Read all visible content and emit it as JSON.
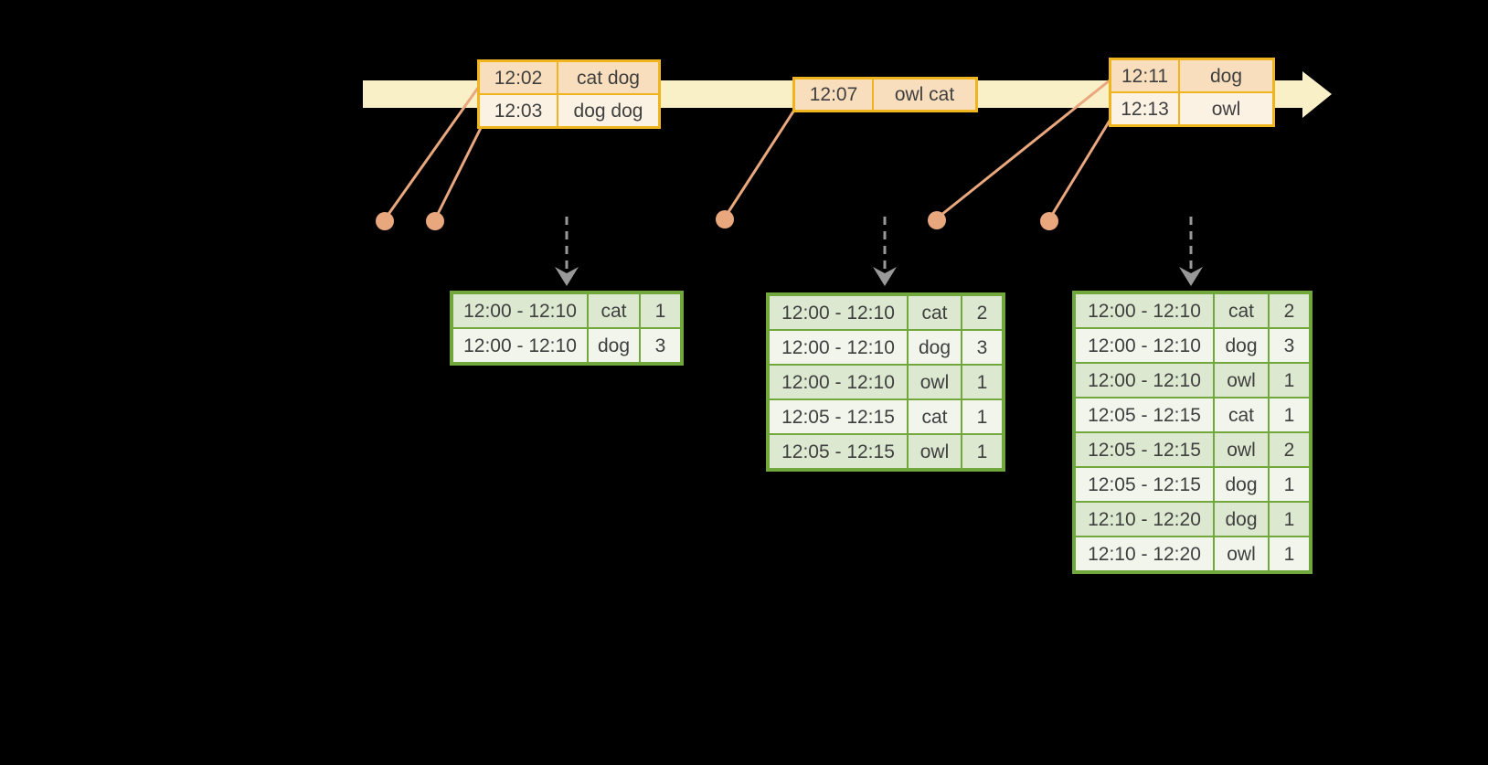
{
  "colors": {
    "background": "#000000",
    "timeline_fill": "#FAF0C8",
    "event_border": "#F0B41E",
    "event_row_fill_a": "#F8DEBC",
    "event_row_fill_b": "#FCF2E3",
    "connector": "#E9A77E",
    "trigger_arrow": "#999999",
    "result_border": "#71A83E",
    "result_row_fill_a": "#DDE8D1",
    "result_row_fill_b": "#F1F5EC",
    "text": "#3F3F3F"
  },
  "event_tables": [
    {
      "rows": [
        {
          "time": "12:02",
          "words": "cat dog"
        },
        {
          "time": "12:03",
          "words": "dog dog"
        }
      ]
    },
    {
      "rows": [
        {
          "time": "12:07",
          "words": "owl cat"
        }
      ]
    },
    {
      "rows": [
        {
          "time": "12:11",
          "words": "dog"
        },
        {
          "time": "12:13",
          "words": "owl"
        }
      ]
    }
  ],
  "result_tables": [
    {
      "rows": [
        {
          "window": "12:00 - 12:10",
          "word": "cat",
          "count": "1"
        },
        {
          "window": "12:00 - 12:10",
          "word": "dog",
          "count": "3"
        }
      ]
    },
    {
      "rows": [
        {
          "window": "12:00 - 12:10",
          "word": "cat",
          "count": "2"
        },
        {
          "window": "12:00 - 12:10",
          "word": "dog",
          "count": "3"
        },
        {
          "window": "12:00 - 12:10",
          "word": "owl",
          "count": "1"
        },
        {
          "window": "12:05 - 12:15",
          "word": "cat",
          "count": "1"
        },
        {
          "window": "12:05 - 12:15",
          "word": "owl",
          "count": "1"
        }
      ]
    },
    {
      "rows": [
        {
          "window": "12:00 - 12:10",
          "word": "cat",
          "count": "2"
        },
        {
          "window": "12:00 - 12:10",
          "word": "dog",
          "count": "3"
        },
        {
          "window": "12:00 - 12:10",
          "word": "owl",
          "count": "1"
        },
        {
          "window": "12:05 - 12:15",
          "word": "cat",
          "count": "1"
        },
        {
          "window": "12:05 - 12:15",
          "word": "owl",
          "count": "2"
        },
        {
          "window": "12:05 - 12:15",
          "word": "dog",
          "count": "1"
        },
        {
          "window": "12:10 - 12:20",
          "word": "dog",
          "count": "1"
        },
        {
          "window": "12:10 - 12:20",
          "word": "owl",
          "count": "1"
        }
      ]
    }
  ]
}
